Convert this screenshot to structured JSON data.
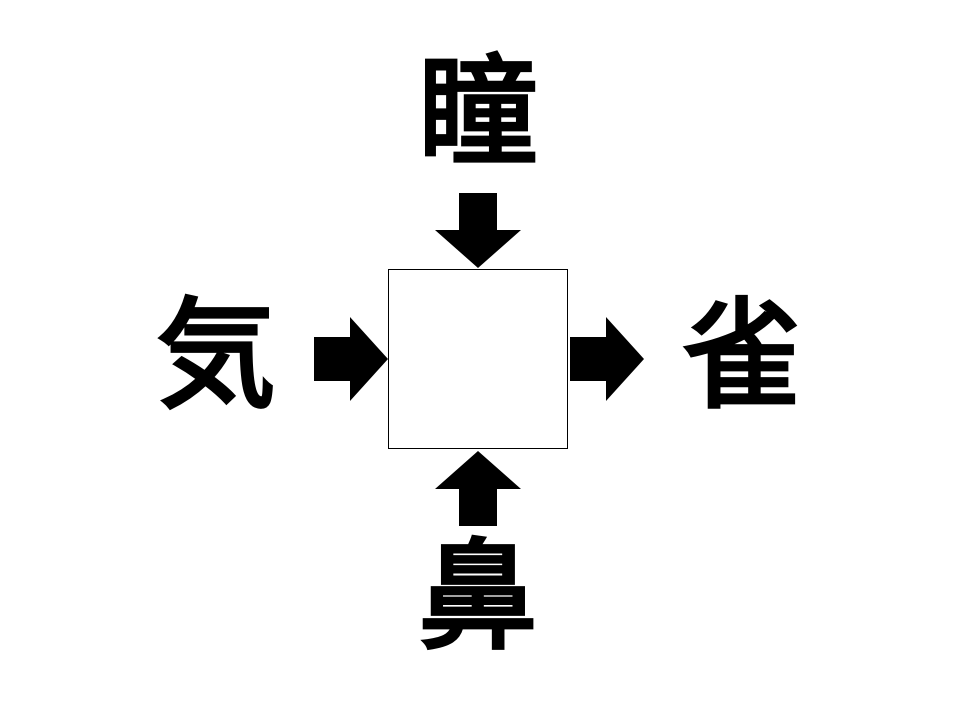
{
  "puzzle": {
    "top": "瞳",
    "left": "気",
    "right": "雀",
    "bottom": "鼻",
    "answer": ""
  },
  "colors": {
    "ink": "#000000",
    "background": "#ffffff"
  }
}
